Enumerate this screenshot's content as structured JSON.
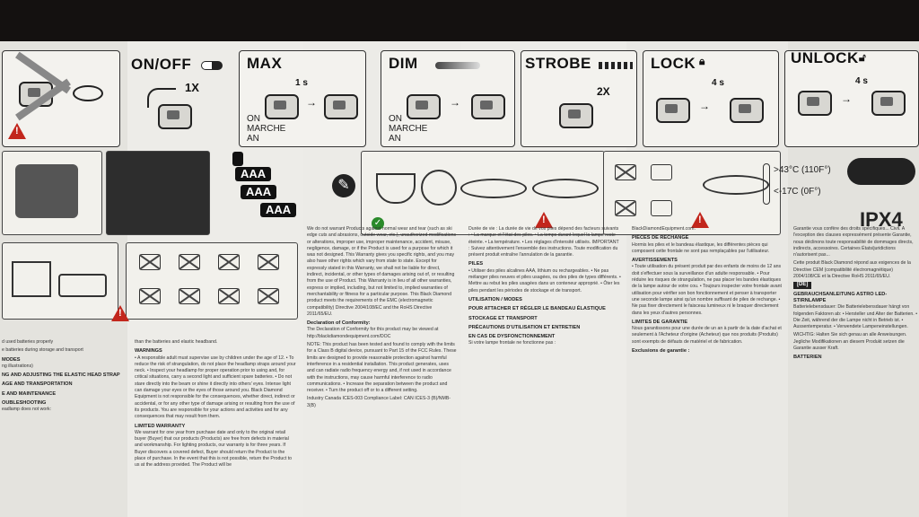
{
  "modes": {
    "on_off": {
      "title": "ON/OFF",
      "count": "1X"
    },
    "max": {
      "title": "MAX",
      "hold": "1 s",
      "on_label": [
        "ON",
        "MARCHE",
        "AN"
      ]
    },
    "dim": {
      "title": "DIM",
      "on_label": [
        "ON",
        "MARCHE",
        "AN"
      ]
    },
    "strobe": {
      "title": "STROBE",
      "count": "2X"
    },
    "lock": {
      "title": "LOCK",
      "hold": "4 s"
    },
    "unlock": {
      "title": "UNLOCK",
      "hold": "4 s"
    }
  },
  "batteries": [
    "AAA",
    "AAA",
    "AAA"
  ],
  "environment": {
    "hot": ">43°C (110F°)",
    "cold": "<-17C (0F°)",
    "rating": "IPX4"
  },
  "icons": {
    "warning": "warning-triangle-icon",
    "wrench": "wrench-icon",
    "check": "check-icon",
    "lock": "lock-icon",
    "unlock": "unlock-icon",
    "clock": "clock-icon"
  },
  "colors": {
    "warning_red": "#c2261c",
    "check_green": "#2a8a2a"
  },
  "col1": {
    "lines": [
      "d used batteries properly",
      "e batteries during storage and transport",
      "MODES",
      "ng illustrations)",
      "NG AND ADJUSTING THE ELASTIC HEAD STRAP",
      "AGE AND TRANSPORTATION",
      "E AND MAINTENANCE",
      "OUBLESHOOTING",
      "eadlamp does not work:"
    ]
  },
  "col2": {
    "intro": "than the batteries and elastic headband.",
    "warnings_title": "WARNINGS",
    "warnings": "• A responsible adult must supervise use by children under the age of 12. • To reduce the risk of strangulation, do not place the headlamp straps around your neck. • Inspect your headlamp for proper operation prior to using and, for critical situations, carry a second light and sufficient spare batteries. • Do not stare directly into the beam or shine it directly into others' eyes. Intense light can damage your eyes or the eyes of those around you. Black Diamond Equipment is not responsible for the consequences, whether direct, indirect or accidental, or for any other type of damage arising or resulting from the use of its products. You are responsible for your actions and activities and for any consequences that may result from them.",
    "warranty_title": "LIMITED WARRANTY",
    "warranty": "We warrant for one year from purchase date and only to the original retail buyer (Buyer) that our products (Products) are free from defects in material and workmanship. For lighting products, our warranty is for three years. If Buyer discovers a covered defect, Buyer should return the Product to the place of purchase. In the event that this is not possible, return the Product to us at the address provided. The Product will be"
  },
  "col3": {
    "text": "We do not warrant Products against normal wear and tear (such as ski edge cuts and abrasions, outside wear, etc.), unauthorized modifications or alterations, improper use, improper maintenance, accident, misuse, negligence, damage, or if the Product is used for a purpose for which it was not designed. This Warranty gives you specific rights, and you may also have other rights which vary from state to state. Except for expressly stated in this Warranty, we shall not be liable for direct, indirect, incidental, or other types of damages arising out of, or resulting from the use of Product. This Warranty is in lieu of all other warranties, express or implied, including, but not limited to, implied warranties of merchantability or fitness for a particular purpose. This Black Diamond product meets the requirements of the EMC (electromagnetic compatibility) Directive 2004/108/EC and the RoHS Directive 2011/65/EU.",
    "conformity_title": "Declaration of Conformity:",
    "conformity": "The Declaration of Conformity for this product may be viewed at http://blackdiamondequipment.com/DOC",
    "note": "NOTE: This product has been tested and found to comply with the limits for a Class B digital device, pursuant to Part 15 of the FCC Rules. These limits are designed to provide reasonable protection against harmful interference in a residential installation. This product generates, uses and can radiate radio frequency energy and, if not used in accordance with the instructions, may cause harmful interference to radio communications. • Increase the separation between the product and receiver. • Turn the product off or to a different setting.",
    "footer": "Industry Canada ICES-003 Compliance Label: CAN ICES-3 (B)/NMB-3(B)"
  },
  "col4": {
    "text": "Durée de vie : La durée de vie de vos piles dépend des facteurs suivants : • La marque et l'état des piles. • La temps durant lequel la lampe reste éteinte. • La température. • Les réglages d'intensité utilisés. IMPORTANT : Suivez attentivement l'ensemble des instructions. Toute modification du présent produit entraîne l'annulation de la garantie.",
    "piles_title": "PILES",
    "piles": "• Utiliser des piles alcalines AAA, lithium ou rechargeables. • Ne pas mélanger piles neuves et piles usagées, ou des piles de types différents. • Mettre au rebut les piles usagées dans un conteneur approprié. • Ôter les piles pendant les périodes de stockage et de transport.",
    "utilisation": "UTILISATION / MODES",
    "attacher": "POUR ATTACHER ET RÉGLER LE BANDEAU ÉLASTIQUE",
    "stockage": "STOCKAGE ET TRANSPORT",
    "precautions": "PRÉCAUTIONS D'UTILISATION ET ENTRETIEN",
    "dysfonction": "EN CAS DE DYSFONCTIONNEMENT",
    "dys_q": "Si votre lampe frontale ne fonctionne pas :"
  },
  "col5": {
    "url": "BlackDiamondEquipment.com.",
    "pieces_title": "PIÈCES DE RECHANGE",
    "pieces": "Hormis les piles et le bandeau élastique, les différentes pièces qui composent cette frontale ne sont pas remplaçables par l'utilisateur.",
    "avert_title": "AVERTISSEMENTS",
    "avert": "• Toute utilisation du présent produit par des enfants de moins de 12 ans doit s'effectuer sous la surveillance d'un adulte responsable. • Pour réduire les risques de strangulation, ne pas placer les bandes élastiques de la lampe autour de votre cou. • Toujours inspecter votre frontale avant utilisation pour vérifier son bon fonctionnement et penser à transporter une seconde lampe ainsi qu'un nombre suffisant de piles de rechange. • Ne pas fixer directement le faisceau lumineux ni le braquer directement dans les yeux d'autres personnes.",
    "garantie_title": "LIMITES DE GARANTIE",
    "garantie": "Nous garantissons pour une durée de un an à partir de la date d'achat et seulement à l'Acheteur d'origine (Acheteur) que nos produits (Produits) sont exempts de défauts de matériel et de fabrication.",
    "exclusions": "Exclusions de garantie :"
  },
  "col6": {
    "text": "Garantie vous confère des droits spécifiques... Civil. À l'exception des clauses expressément présente Garantie, nous déclinons toute responsabilité de dommages directs, indirects, accessoires. Certaines États/juridictions n'autorisent pas...",
    "ce": "Cette produit Black Diamond répond aux exigences de la Directive CEM (compatibilité électromagnétique) 2004/108/CE et la Directive RoHS 2011/65/EU.",
    "de_badge": "[DE]",
    "de_title": "GEBRAUCHSANLEITUNG ASTRO LED-STIRNLAMPE",
    "de_text": "Batterielebensdauer: Die Batterielebensdauer hängt von folgenden Faktoren ab: • Hersteller und Alter der Batterien. • Die Zeit, während der die Lampe nicht in Betrieb ist. • Aussentemperatur. • Verwendete Lampeneinstellungen.",
    "wichtig": "WICHTIG: Halten Sie sich genau an alle Anweisungen. Jegliche Modifikationen an diesem Produkt setzen die Garantie ausser Kraft.",
    "batterien": "BATTERIEN"
  }
}
